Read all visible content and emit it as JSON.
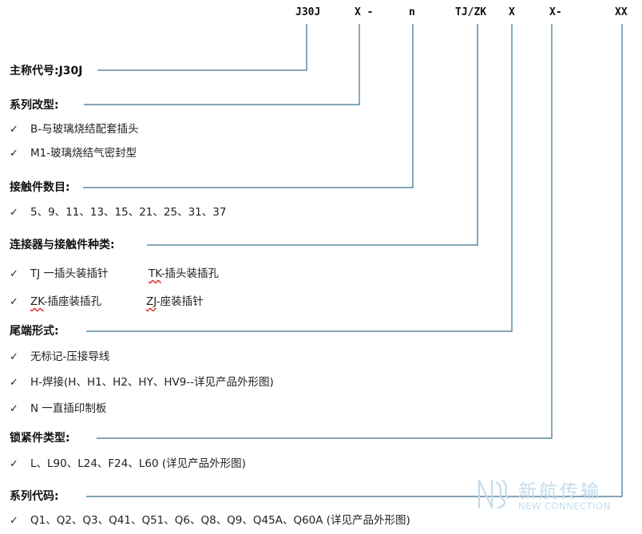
{
  "codes": {
    "series": "J30J",
    "variant": "X -",
    "contacts": "n",
    "type": "TJ/ZK",
    "tail": "X",
    "lock": "X-",
    "suffix": "XX"
  },
  "sections": {
    "main_code": {
      "heading": "主称代号:J30J"
    },
    "variant": {
      "heading": "系列改型:",
      "items": [
        "B-与玻璃烧结配套插头",
        "M1-玻璃烧结气密封型"
      ]
    },
    "contacts": {
      "heading": "接触件数目:",
      "items": [
        "5、9、11、13、15、21、25、31、37"
      ]
    },
    "connector_type": {
      "heading": "连接器与接触件种类:",
      "row1_a": "TJ 一插头装插针",
      "row1_b_underlined": "TK",
      "row1_b_rest": "-插头装插孔",
      "row2_a_underlined": "ZK",
      "row2_a_rest": "-插座装插孔",
      "row2_b_underlined": "ZJ",
      "row2_b_rest": "-座装插针"
    },
    "tail": {
      "heading": "尾端形式:",
      "items": [
        "无标记-压接导线",
        "H-焊接(H、H1、H2、HY、HV9--详见产品外形图)",
        "N 一直插印制板"
      ]
    },
    "lock": {
      "heading": "锁紧件类型:",
      "items": [
        "L、L90、L24、F24、L60 (详见产品外形图)"
      ]
    },
    "series_code": {
      "heading": "系列代码:",
      "items": [
        "Q1、Q2、Q3、Q41、Q51、Q6、Q8、Q9、Q45A、Q60A (详见产品外形图)"
      ]
    }
  },
  "check_mark": "✓",
  "watermark": {
    "chinese": "新航传输",
    "english": "NEW CONNECTION"
  },
  "colors": {
    "leader_line": "#3a6f8f",
    "watermark": "#c3dcec"
  }
}
